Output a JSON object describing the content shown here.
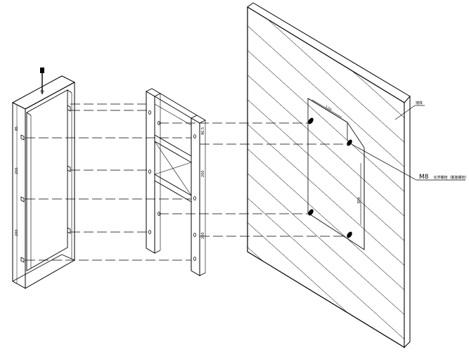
{
  "dims": {
    "frame_top": "85",
    "frame_mid": "200",
    "frame_bottom": "200",
    "bracket_top": "96.5",
    "bracket_mid": "200",
    "bracket_bottom": "200",
    "wall_width": "120",
    "wall_height": "300"
  },
  "labels": {
    "wall": "墙体",
    "bolt_prefix": "M8",
    "bolt_suffix": "化学螺栓（膨胀螺栓）"
  }
}
